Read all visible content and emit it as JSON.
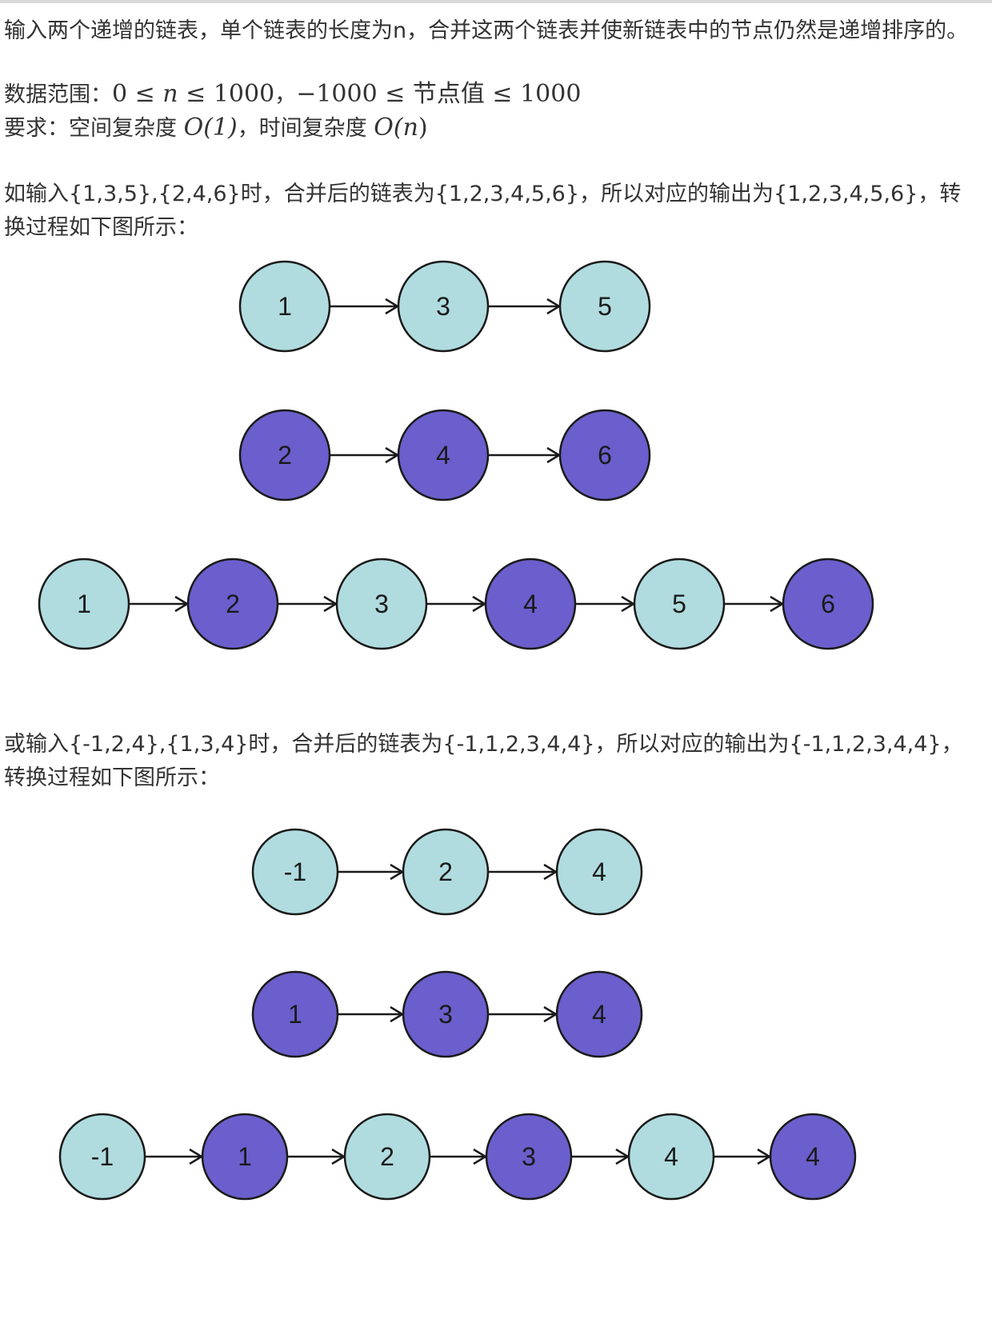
{
  "problem": {
    "description": "输入两个递增的链表，单个链表的长度为n，合并这两个链表并使新链表中的节点仍然是递增排序的。",
    "range_label": "数据范围：",
    "range_math_1": "0 ≤ ",
    "range_var": "n",
    "range_math_2": " ≤ 1000",
    "range_sep": "，",
    "range_math_3": "−1000 ≤ 节点值 ≤ 1000",
    "req_label": "要求：空间复杂度 ",
    "req_space": "O(1)",
    "req_sep": "，时间复杂度 ",
    "req_time_prefix": "O(",
    "req_time_var": "n",
    "req_time_suffix": ")"
  },
  "example1": {
    "text": "如输入{1,3,5},{2,4,6}时，合并后的链表为{1,2,3,4,5,6}，所以对应的输出为{1,2,3,4,5,6}，转换过程如下图所示：",
    "list_a": [
      "1",
      "3",
      "5"
    ],
    "list_b": [
      "2",
      "4",
      "6"
    ],
    "merged": [
      "1",
      "2",
      "3",
      "4",
      "5",
      "6"
    ],
    "merged_sources": [
      "a",
      "b",
      "a",
      "b",
      "a",
      "b"
    ]
  },
  "example2": {
    "text": "或输入{-1,2,4},{1,3,4}时，合并后的链表为{-1,1,2,3,4,4}，所以对应的输出为{-1,1,2,3,4,4}，转换过程如下图所示：",
    "list_a": [
      "-1",
      "2",
      "4"
    ],
    "list_b": [
      "1",
      "3",
      "4"
    ],
    "merged": [
      "-1",
      "1",
      "2",
      "3",
      "4",
      "4"
    ],
    "merged_sources": [
      "a",
      "b",
      "a",
      "b",
      "a",
      "b"
    ]
  },
  "colors": {
    "list_a_fill": "#b0dcdf",
    "list_b_fill": "#6a5fcc",
    "stroke": "#1a1a1a",
    "text": "#333333"
  }
}
